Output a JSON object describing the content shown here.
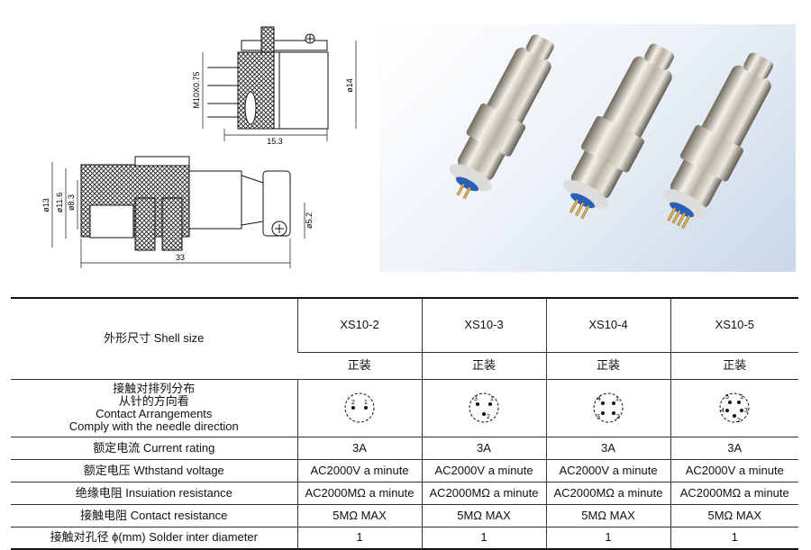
{
  "drawing_top": {
    "dim_thread": "M10X0.75",
    "dim_diameter": "ø14",
    "dim_length": "15.3"
  },
  "drawing_bottom": {
    "dim_outer": "ø13",
    "dim_mid": "ø11.6",
    "dim_inner": "ø8.3",
    "dim_cable": "ø5.2",
    "dim_length": "33"
  },
  "table": {
    "shell_size_label": "外形尺寸  Shell size",
    "arrangement_label_cn1": "接触对排列分布",
    "arrangement_label_cn2": "从针的方向看",
    "arrangement_label_en1": "Contact Arrangements",
    "arrangement_label_en2": "Comply with the needle direction",
    "rows": [
      {
        "label": "额定电流 Current rating"
      },
      {
        "label": "额定电压 Wthstand voltage"
      },
      {
        "label": "绝缘电阻 Insuiation resistance"
      },
      {
        "label": "接触电阻 Contact resistance"
      },
      {
        "label": "接触对孔径 ɸ(mm) Solder inter diameter"
      }
    ],
    "models": [
      {
        "name": "XS10-2",
        "mount": "正装",
        "current": "3A",
        "voltage": "AC2000V a minute",
        "insulation": "AC2000MΩ a minute",
        "contact": "5MΩ MAX",
        "solder": "1",
        "pins": [
          {
            "label": "2"
          },
          {
            "label": "1"
          }
        ]
      },
      {
        "name": "XS10-3",
        "mount": "正装",
        "current": "3A",
        "voltage": "AC2000V a minute",
        "insulation": "AC2000MΩ a minute",
        "contact": "5MΩ MAX",
        "solder": "1",
        "pins": [
          {
            "label": "3"
          },
          {
            "label": "1"
          },
          {
            "label": "2"
          }
        ]
      },
      {
        "name": "XS10-4",
        "mount": "正装",
        "current": "3A",
        "voltage": "AC2000V a minute",
        "insulation": "AC2000MΩ a minute",
        "contact": "5MΩ MAX",
        "solder": "1",
        "pins": [
          {
            "label": "4"
          },
          {
            "label": "1"
          },
          {
            "label": "3"
          },
          {
            "label": "2"
          }
        ]
      },
      {
        "name": "XS10-5",
        "mount": "正装",
        "current": "3A",
        "voltage": "AC2000V a minute",
        "insulation": "AC2000MΩ a minute",
        "contact": "5MΩ MAX",
        "solder": "1",
        "pins": [
          {
            "label": "5"
          },
          {
            "label": "1"
          },
          {
            "label": "4"
          },
          {
            "label": "3"
          },
          {
            "label": "2"
          }
        ]
      }
    ]
  }
}
